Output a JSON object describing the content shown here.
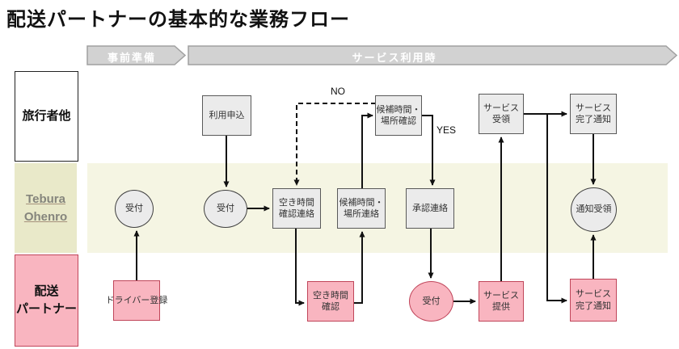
{
  "title": "配送パートナーの基本的な業務フロー",
  "phases": {
    "prep": "事前準備",
    "service": "サービス利用時"
  },
  "lanes": {
    "traveler": "旅行者他",
    "tebura": {
      "l1": "Tebura",
      "l2": "Ohenro"
    },
    "partner": {
      "l1": "配送",
      "l2": "パートナー"
    }
  },
  "nodes": {
    "riyou_moushikomi": {
      "l1": "利用申込"
    },
    "kouho_kakunin": {
      "l1": "候補時間・",
      "l2": "場所確認"
    },
    "service_juryou": {
      "l1": "サービス",
      "l2": "受領"
    },
    "service_kanryou_traveler": {
      "l1": "サービス",
      "l2": "完了通知"
    },
    "uketsuke_jizen": {
      "l1": "受付"
    },
    "uketsuke_riyou": {
      "l1": "受付"
    },
    "akijikan_kakunin_renraku": {
      "l1": "空き時間",
      "l2": "確認連絡"
    },
    "kouho_renraku": {
      "l1": "候補時間・",
      "l2": "場所連絡"
    },
    "shounin_renraku": {
      "l1": "承認連絡"
    },
    "tsuuchi_juryou": {
      "l1": "通知受領"
    },
    "driver_touroku": {
      "l1": "ドライバー登録"
    },
    "akijikan_kakunin": {
      "l1": "空き時間",
      "l2": "確認"
    },
    "uketsuke_partner": {
      "l1": "受付"
    },
    "service_teikyou": {
      "l1": "サービス",
      "l2": "提供"
    },
    "service_kanryou_partner": {
      "l1": "サービス",
      "l2": "完了通知"
    }
  },
  "edge_labels": {
    "no": "NO",
    "yes": "YES"
  },
  "colors": {
    "pink_fill": "#f9b5c0",
    "pink_border": "#c0455a",
    "gray_fill": "#ebebeb",
    "gray_border": "#595959",
    "tebura_band": "#f5f5e3",
    "tebura_label_bg": "#e9e9c9",
    "phase_arrow_fill": "#d2d2d2",
    "phase_arrow_border": "#a0a0a0",
    "connector": "#111111"
  }
}
